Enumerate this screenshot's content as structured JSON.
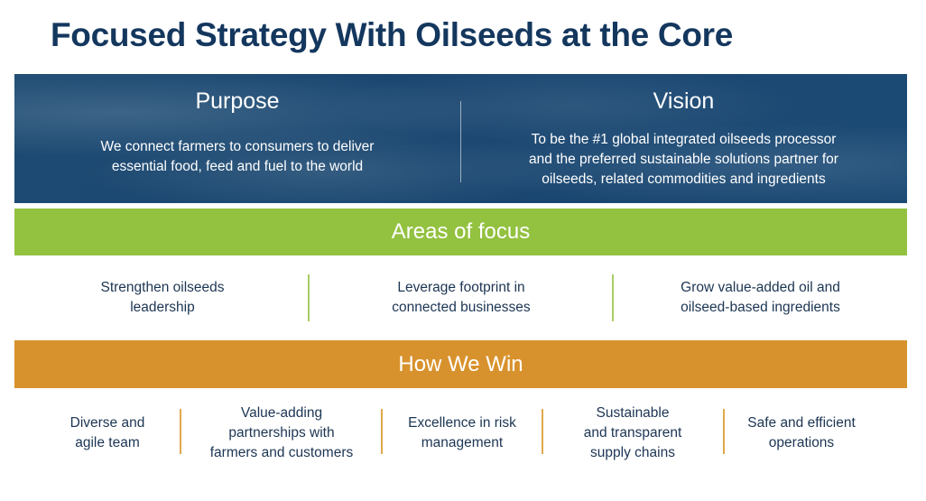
{
  "title": "Focused Strategy With Oilseeds at the Core",
  "purpose": {
    "heading": "Purpose",
    "lines": [
      "We connect farmers to consumers to deliver",
      "essential food, feed and fuel to the world"
    ]
  },
  "vision": {
    "heading": "Vision",
    "lines": [
      "To be the #1 global integrated oilseeds processor",
      "and the preferred sustainable solutions partner for",
      "oilseeds, related commodities and ingredients"
    ]
  },
  "areas_of_focus": {
    "heading": "Areas of focus",
    "items": [
      {
        "lines": [
          "Strengthen oilseeds",
          "leadership"
        ]
      },
      {
        "lines": [
          "Leverage footprint in",
          "connected businesses"
        ]
      },
      {
        "lines": [
          "Grow value-added oil and",
          "oilseed-based ingredients"
        ]
      }
    ]
  },
  "how_we_win": {
    "heading": "How We Win",
    "items": [
      {
        "lines": [
          "Diverse and",
          "agile team"
        ]
      },
      {
        "lines": [
          "Value-adding",
          "partnerships with",
          "farmers and customers"
        ]
      },
      {
        "lines": [
          "Excellence in risk",
          "management"
        ]
      },
      {
        "lines": [
          "Sustainable",
          "and transparent",
          "supply chains"
        ]
      },
      {
        "lines": [
          "Safe and efficient",
          "operations"
        ]
      }
    ]
  },
  "colors": {
    "title": "#14375e",
    "banner": "#1b4a74",
    "green_bar": "#93c140",
    "orange_bar": "#d8922d",
    "body_text": "#1c3553"
  }
}
